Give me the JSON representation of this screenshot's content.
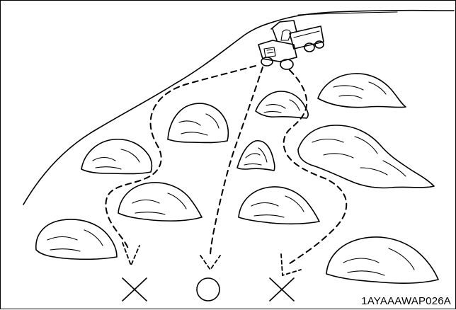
{
  "figure": {
    "id_label": "1AYAAAWAP026A"
  },
  "illustration": {
    "subject": "utility-vehicle",
    "routes": [
      {
        "name": "left-winding-route",
        "result": "x-mark"
      },
      {
        "name": "straight-downhill-route",
        "result": "circle-mark"
      },
      {
        "name": "right-winding-route",
        "result": "x-mark"
      }
    ]
  },
  "colors": {
    "ink": "#000000",
    "background": "#ffffff"
  }
}
